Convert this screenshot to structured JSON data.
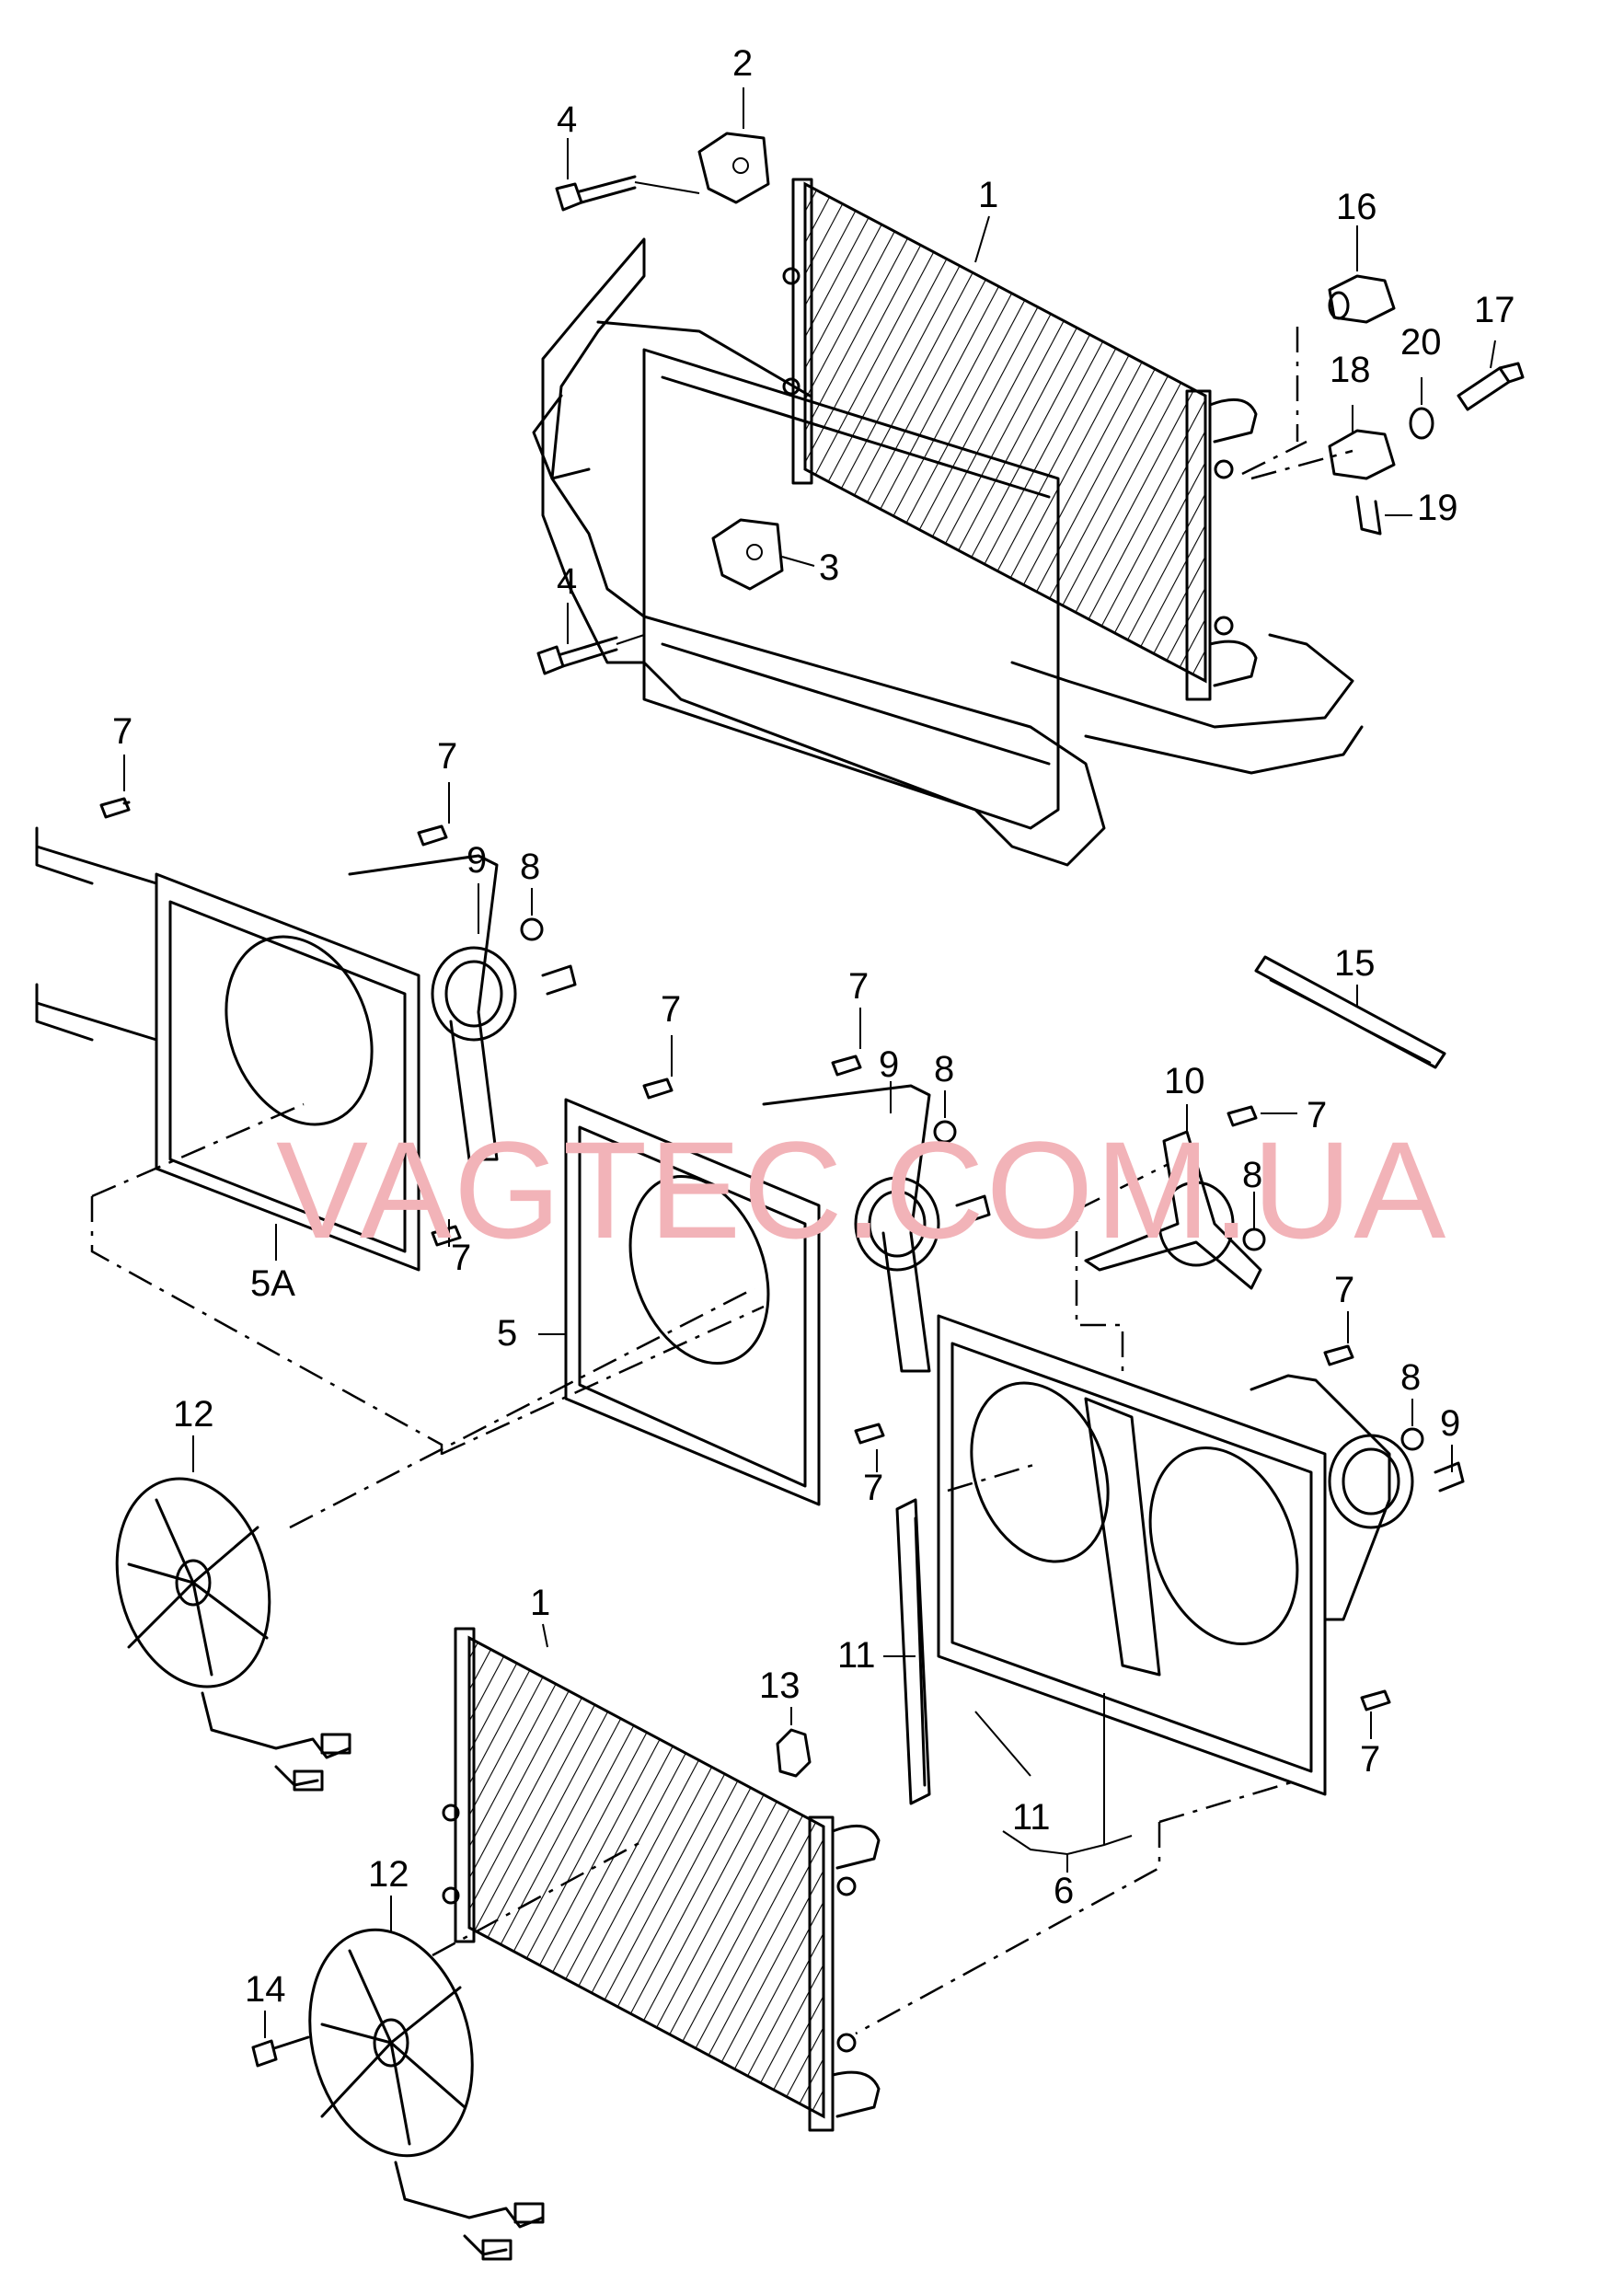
{
  "watermark": "VAGTEC.COM.UA",
  "callouts": [
    "1",
    "2",
    "3",
    "4",
    "4",
    "16",
    "17",
    "18",
    "19",
    "20",
    "7",
    "7",
    "9",
    "8",
    "7",
    "5A",
    "15",
    "7",
    "7",
    "9",
    "8",
    "10",
    "7",
    "8",
    "5",
    "7",
    "7",
    "8",
    "9",
    "12",
    "1",
    "13",
    "11",
    "11",
    "6",
    "7",
    "12",
    "14"
  ]
}
